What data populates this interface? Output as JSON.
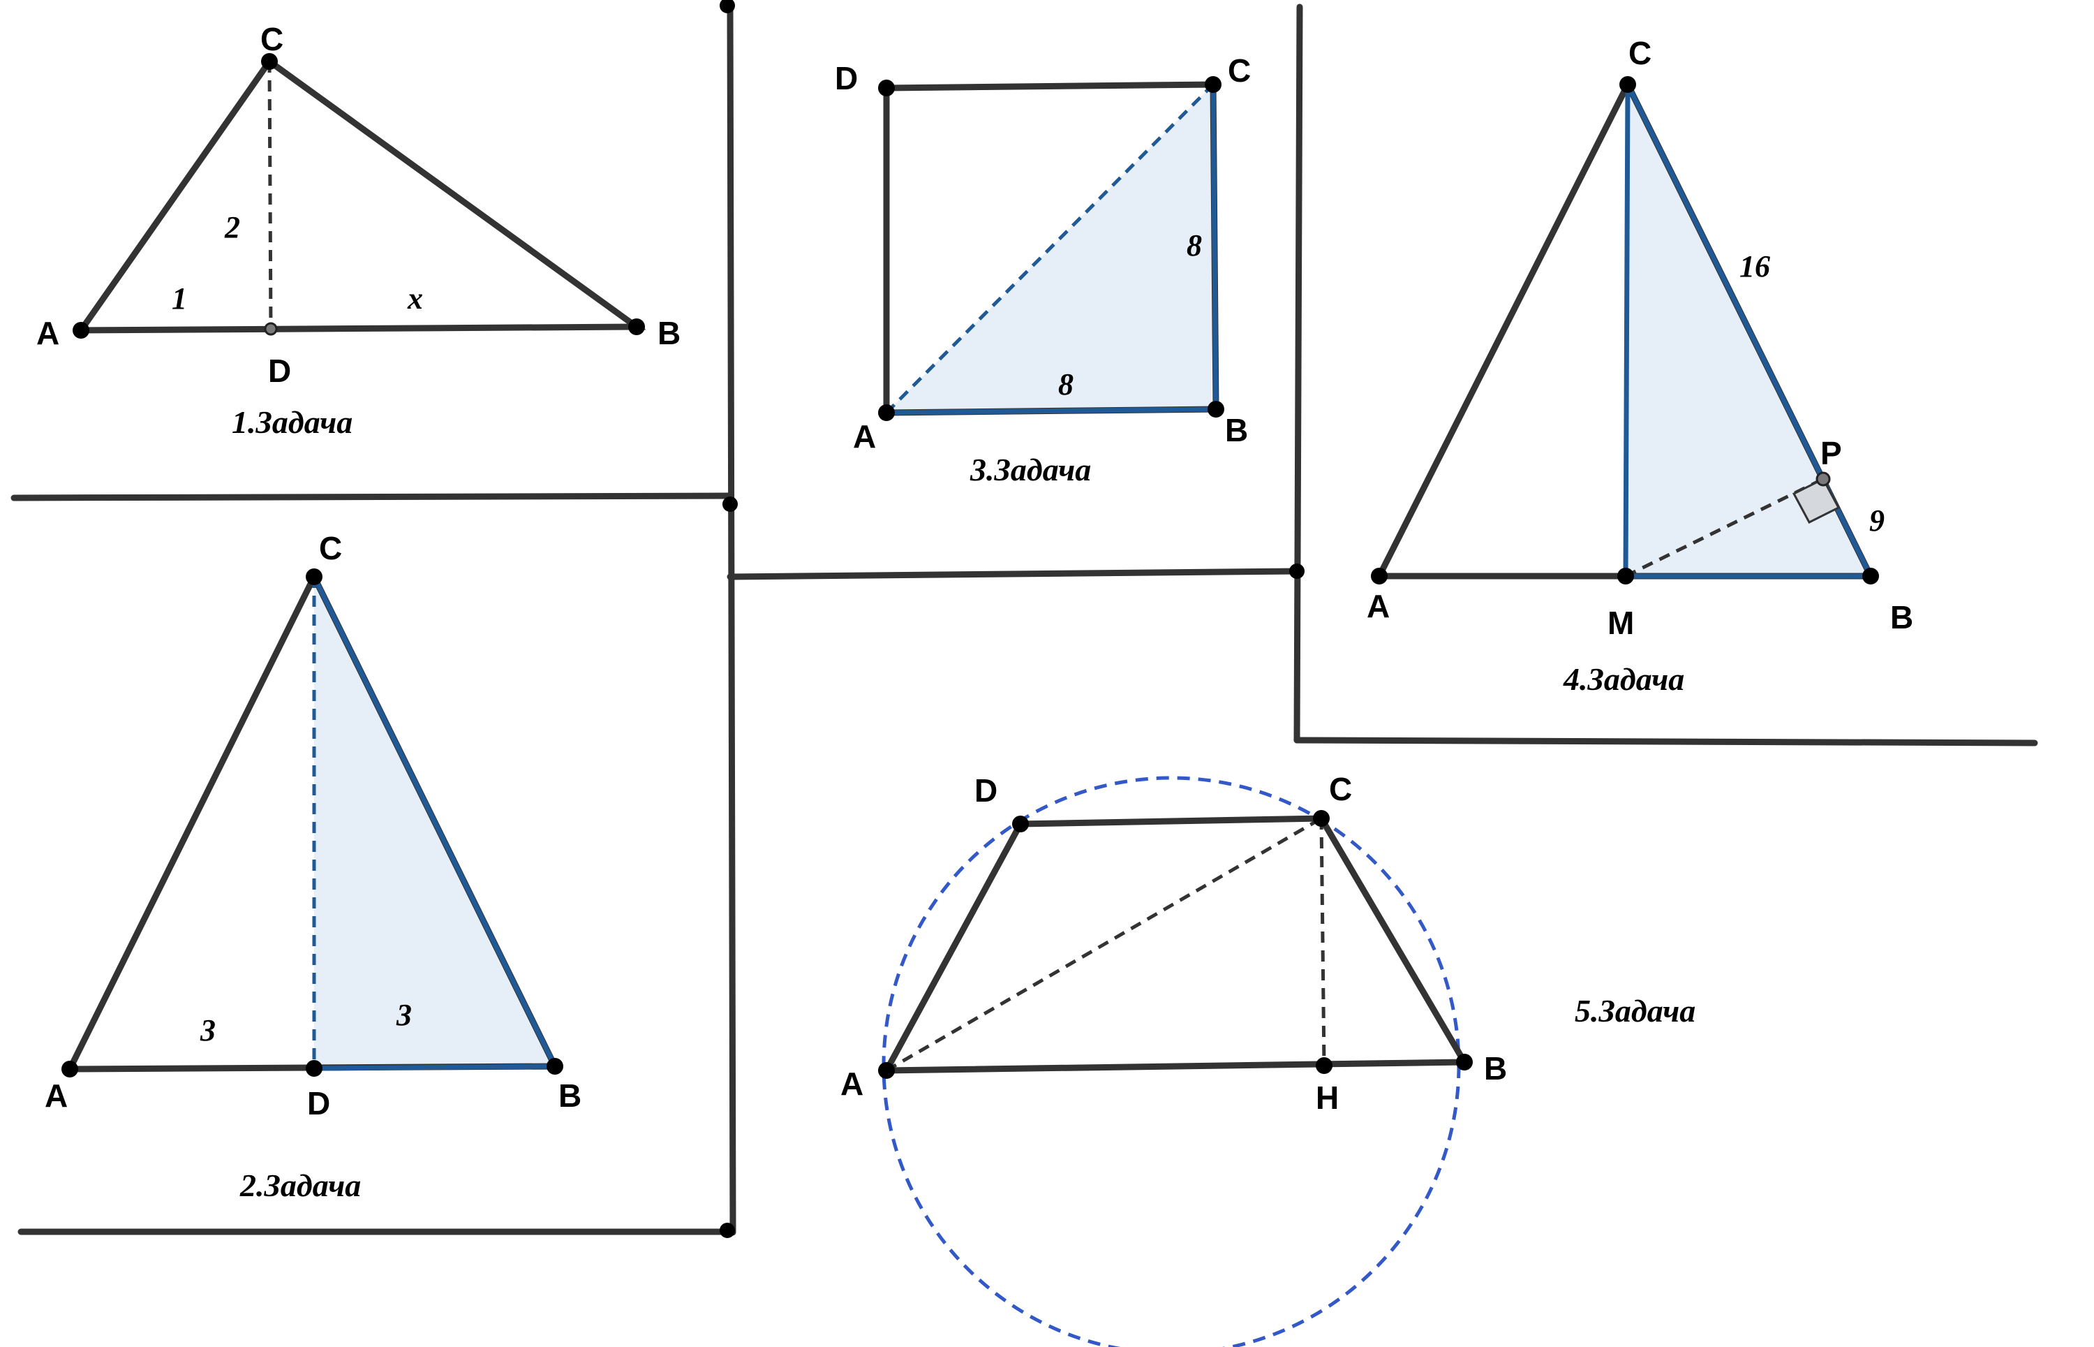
{
  "problems": [
    {
      "caption": "1.Задача",
      "points": {
        "A": "A",
        "B": "B",
        "C": "C",
        "D": "D"
      },
      "labels": {
        "cd": "2",
        "ad": "1",
        "db": "x"
      }
    },
    {
      "caption": "2.Задача",
      "points": {
        "A": "A",
        "B": "B",
        "C": "C",
        "D": "D"
      },
      "labels": {
        "ad": "3",
        "db": "3"
      }
    },
    {
      "caption": "3.Задача",
      "points": {
        "A": "A",
        "B": "B",
        "C": "C",
        "D": "D"
      },
      "labels": {
        "bc": "8",
        "ab": "8"
      }
    },
    {
      "caption": "4.Задача",
      "points": {
        "A": "A",
        "B": "B",
        "C": "C",
        "M": "M",
        "P": "P"
      },
      "labels": {
        "cp": "16",
        "pb": "9"
      }
    },
    {
      "caption": "5.Задача",
      "points": {
        "A": "A",
        "B": "B",
        "C": "C",
        "D": "D",
        "H": "H"
      }
    }
  ],
  "colors": {
    "edge": "#333333",
    "blue_edge": "#1f5a96",
    "fill": "#e6eef8",
    "circle": "#3358c7"
  }
}
